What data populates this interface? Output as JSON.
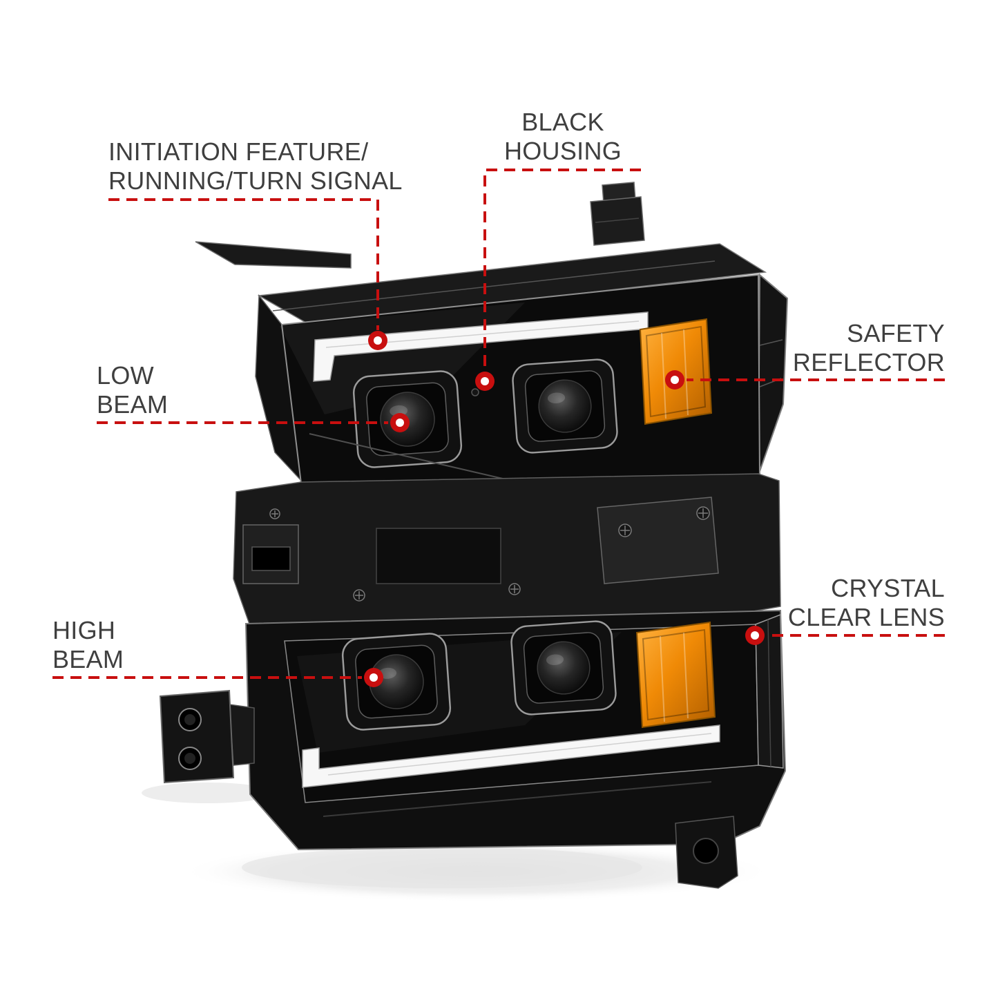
{
  "page": {
    "background": "#ffffff"
  },
  "colors": {
    "accent_red": "#c80f0f",
    "label_text": "#3f3f3f",
    "amber": "#f08a06",
    "led_white": "#f7f7f7",
    "housing_black": "#0d0d0d",
    "page_bg": "#ffffff"
  },
  "annotations": {
    "initiation_feature": {
      "line1": "INITIATION FEATURE/",
      "line2": "RUNNING/TURN SIGNAL"
    },
    "black_housing": {
      "line1": "BLACK",
      "line2": "HOUSING"
    },
    "safety_reflector": {
      "line1": "SAFETY",
      "line2": "REFLECTOR"
    },
    "low_beam": {
      "line1": "LOW",
      "line2": "BEAM"
    },
    "high_beam": {
      "line1": "HIGH",
      "line2": "BEAM"
    },
    "crystal_clear_lens": {
      "line1": "CRYSTAL",
      "line2": "CLEAR LENS"
    }
  }
}
